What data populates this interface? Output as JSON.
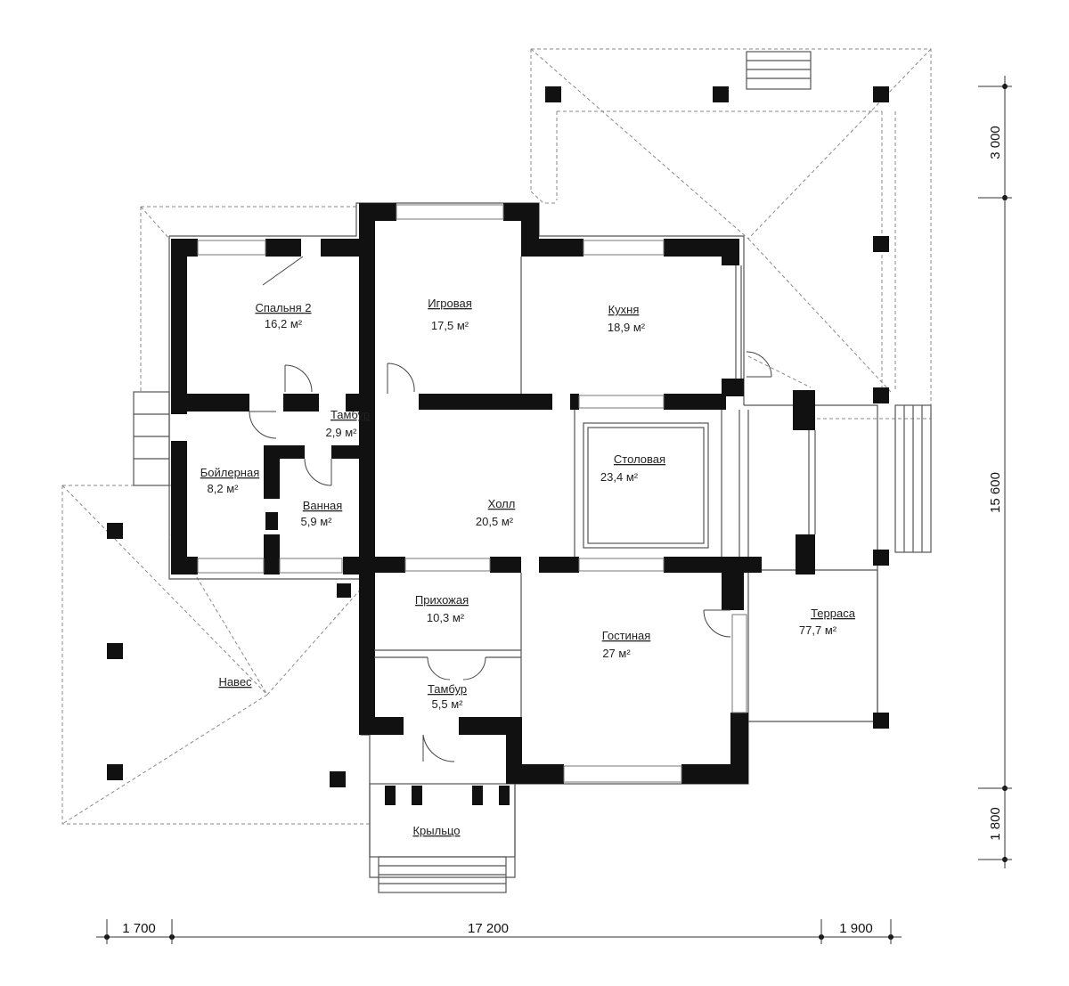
{
  "rooms": {
    "bedroom2": {
      "name": "Спальня 2",
      "area": "16,2 м²"
    },
    "playroom": {
      "name": "Игровая",
      "area": "17,5 м²"
    },
    "kitchen": {
      "name": "Кухня",
      "area": "18,9 м²"
    },
    "vestibule1": {
      "name": "Тамбур",
      "area": "2,9 м²"
    },
    "boiler": {
      "name": "Бойлерная",
      "area": "8,2 м²"
    },
    "bathroom": {
      "name": "Ванная",
      "area": "5,9 м²"
    },
    "hall": {
      "name": "Холл",
      "area": "20,5 м²"
    },
    "dining": {
      "name": "Столовая",
      "area": "23,4 м²"
    },
    "entrance": {
      "name": "Прихожая",
      "area": "10,3 м²"
    },
    "living": {
      "name": "Гостиная",
      "area": "27 м²"
    },
    "vestibule2": {
      "name": "Тамбур",
      "area": "5,5 м²"
    },
    "terrace": {
      "name": "Терраса",
      "area": "77,7 м²"
    },
    "canopy": {
      "name": "Навес"
    },
    "porch": {
      "name": "Крыльцо"
    }
  },
  "dimensions": {
    "bottom": [
      "1 700",
      "17 200",
      "1 900"
    ],
    "right": [
      "3 000",
      "15 600",
      "1 800"
    ]
  }
}
